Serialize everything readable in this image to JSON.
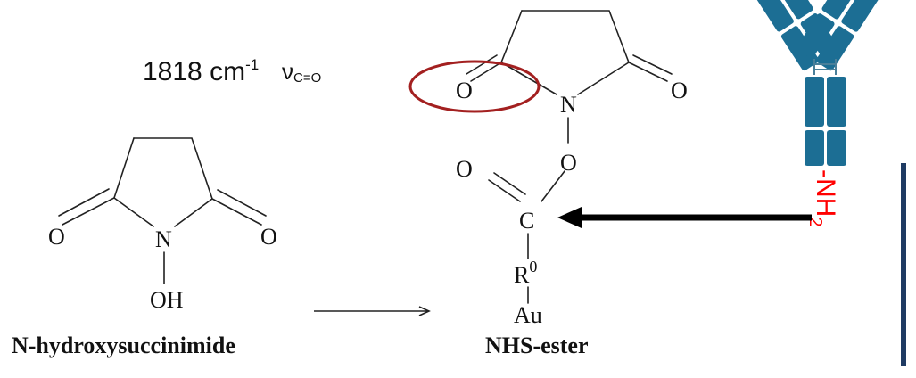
{
  "ir_annotation": {
    "value": "1818 cm",
    "exponent": "-1",
    "symbol": "ν",
    "subscript": "C=O"
  },
  "atoms": {
    "oxygen": "O",
    "nitrogen": "N",
    "carbon": "C",
    "hydroxyl": "OH",
    "r_group": "R",
    "r_superscript": "0",
    "gold": "Au"
  },
  "amine": {
    "prefix": "-NH",
    "subscript": "2"
  },
  "captions": {
    "left": "N-hydroxysuccinimide",
    "right": "NHS-ester"
  },
  "colors": {
    "antibody": "#1c6e94",
    "amine": "#ff0000",
    "highlight": "#a32020",
    "sidebar": "#1f3b63"
  }
}
